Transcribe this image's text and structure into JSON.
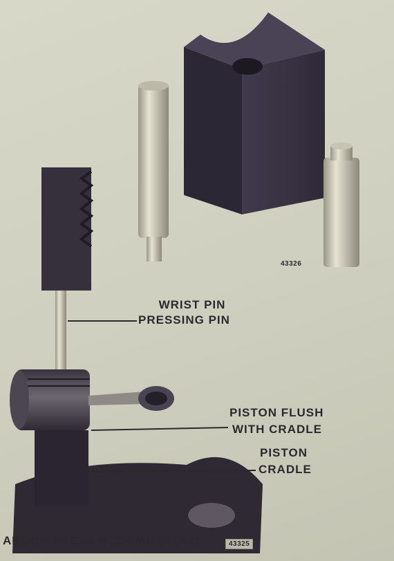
{
  "figures": {
    "upper_number": "43326",
    "lower_number": "43325"
  },
  "labels": {
    "wrist_pin_line1": "WRIST PIN",
    "wrist_pin_line2": "PRESSING PIN",
    "flush_line1": "PISTON FLUSH",
    "flush_line2": "WITH CRADLE",
    "cradle_line1": "PISTON",
    "cradle_line2": "CRADLE"
  },
  "caption": "ARBOR PRESS RECOMMENDED",
  "colors": {
    "paper": "#cfcfbf",
    "metal_dark": "#3a3444",
    "metal_light": "#d9d6c4",
    "ink": "#2a2a2e"
  }
}
